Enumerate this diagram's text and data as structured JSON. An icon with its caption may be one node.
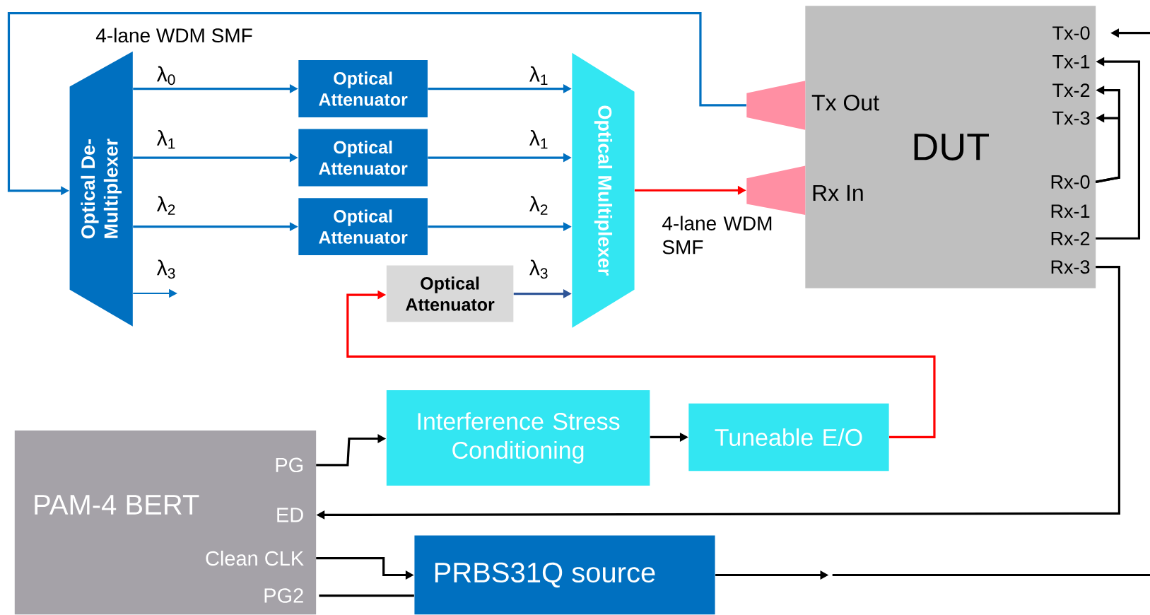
{
  "diagram": {
    "nodes": [
      {
        "text": [
          "Optical De- Multiplexer"
        ]
      },
      {
        "text": [
          "Optical Attenuator"
        ]
      },
      {
        "text": [
          "Optical Attenuator"
        ]
      },
      {
        "text": [
          "Optical Attenuator"
        ]
      },
      {
        "text": [
          "Optical Attenuator"
        ]
      },
      {
        "text": [
          "Optical Multiplexer"
        ]
      },
      {
        "text": [
          "DUT"
        ]
      },
      {
        "text": [],
        "shape": "trapezoid"
      },
      {
        "text": [],
        "shape": "trapezoid"
      },
      {
        "text": [
          "Tx-0"
        ],
        "in": 6
      },
      {
        "text": [
          "Tx-1"
        ],
        "in": 6
      },
      {
        "text": [
          "Tx-2"
        ],
        "in": 6
      },
      {
        "text": [
          "Tx-3"
        ],
        "in": 6
      },
      {
        "text": [
          "Rx-0"
        ],
        "in": 6
      },
      {
        "text": [
          "Rx-2"
        ],
        "in": 6
      },
      {
        "text": [
          "Rx-3"
        ],
        "in": 6
      },
      {
        "text": [
          "Interference Stress Conditioning"
        ]
      },
      {
        "text": [
          "Tuneable E/O"
        ]
      },
      {
        "text": [
          "PAM-4 BERT"
        ]
      },
      {
        "text": [
          "PG"
        ],
        "in": 18
      },
      {
        "text": [
          "ED"
        ],
        "in": 18
      },
      {
        "text": [
          "Clean CLK"
        ],
        "in": 18
      },
      {
        "text": [
          "PG2"
        ],
        "in": 18
      },
      {
        "text": [
          "PRBS31Q source"
        ]
      }
    ],
    "edges": [
      {
        "from": 0,
        "to": 1,
        "arrow": "to",
        "label": "λ$_{0}$",
        "color": "#0070c0"
      },
      {
        "from": 0,
        "to": 2,
        "arrow": "to",
        "label": "λ$_{1}$",
        "color": "#0070c0"
      },
      {
        "from": 0,
        "to": 3,
        "arrow": "to",
        "label": "λ$_{2}$",
        "color": "#0070c0"
      },
      {
        "from": 0,
        "to": null,
        "arrow": "to",
        "label": "λ$_{3}$",
        "color": "#0070c0"
      },
      {
        "from": 1,
        "to": 5,
        "arrow": "to",
        "label": "λ$_{1}$",
        "color": "#0070c0"
      },
      {
        "from": 2,
        "to": 5,
        "arrow": "to",
        "label": "λ$_{1}$",
        "color": "#0070c0"
      },
      {
        "from": 3,
        "to": 5,
        "arrow": "to",
        "label": "λ$_{2}$",
        "color": "#0070c0"
      },
      {
        "from": 4,
        "to": 5,
        "arrow": "to",
        "label": "λ$_{3}$",
        "color": "#2f5597"
      },
      {
        "from": 7,
        "to": 0,
        "arrow": "to",
        "color": "#0070c0"
      },
      {
        "from": 5,
        "to": 8,
        "arrow": "to",
        "color": "#ff0000"
      },
      {
        "from": 17,
        "to": 4,
        "arrow": "to",
        "color": "#ff0000"
      },
      {
        "from": 19,
        "to": 16,
        "arrow": "to"
      },
      {
        "from": 16,
        "to": 17,
        "arrow": "to"
      },
      {
        "from": 15,
        "to": 20,
        "arrow": "to"
      },
      {
        "from": 21,
        "to": 23,
        "arrow": "to"
      },
      {
        "from": 22,
        "to": 23,
        "arrow": "none"
      },
      {
        "from": 23,
        "to": null,
        "arrow": "to"
      },
      {
        "from": null,
        "to": 9,
        "arrow": "to"
      },
      {
        "from": 14,
        "to": 10,
        "arrow": "to"
      },
      {
        "from": 13,
        "to": 11,
        "arrow": "to"
      },
      {
        "from": 13,
        "to": 12,
        "arrow": "to"
      }
    ],
    "labels": [
      "4-lane WDM SMF",
      "Tx Out",
      "Rx In",
      "Rx-1",
      "4-lane WDM SMF"
    ]
  }
}
